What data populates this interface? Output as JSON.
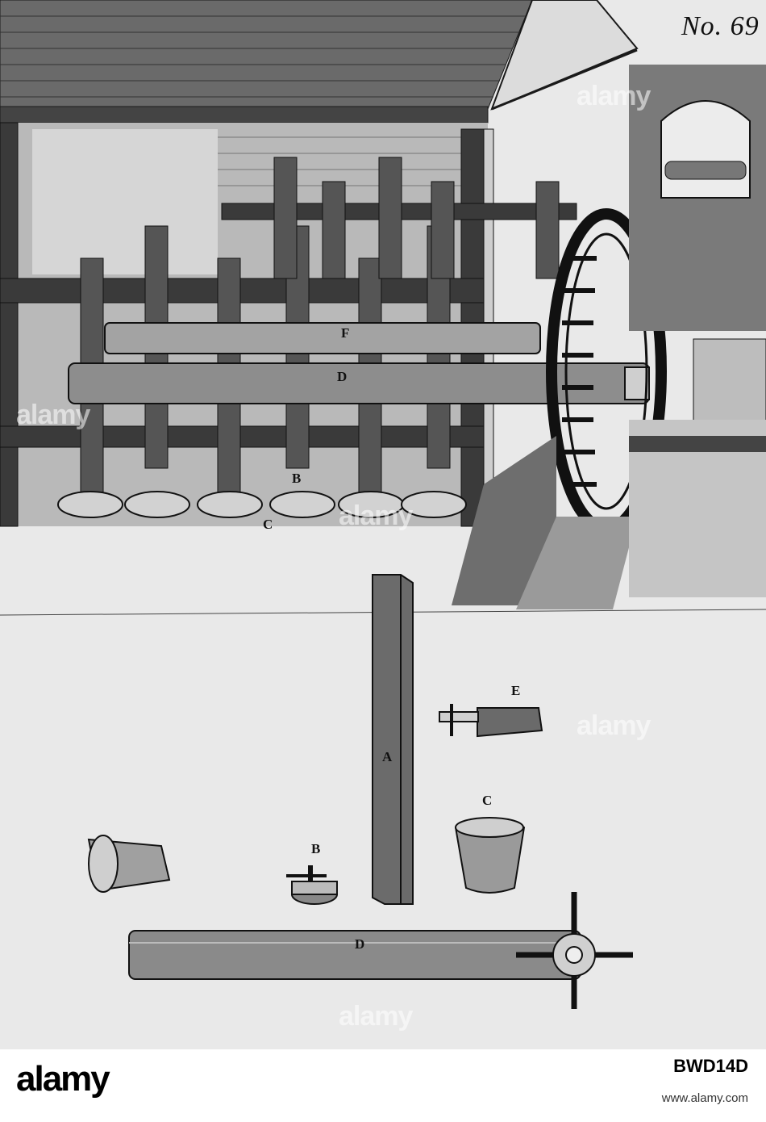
{
  "plate": {
    "number": "No. 69",
    "labels": {
      "F": "F",
      "D": "D",
      "B": "B",
      "C": "C",
      "E": "E",
      "A": "A",
      "B2": "B",
      "C2": "C",
      "D2": "D"
    },
    "palette": {
      "paper": "#e9e9e9",
      "ink": "#1a1a1a",
      "shade": "#555555"
    }
  },
  "watermark": {
    "text": "alamy"
  },
  "footer": {
    "logo": "alamy",
    "image_id": "BWD14D",
    "url": "www.alamy.com"
  }
}
